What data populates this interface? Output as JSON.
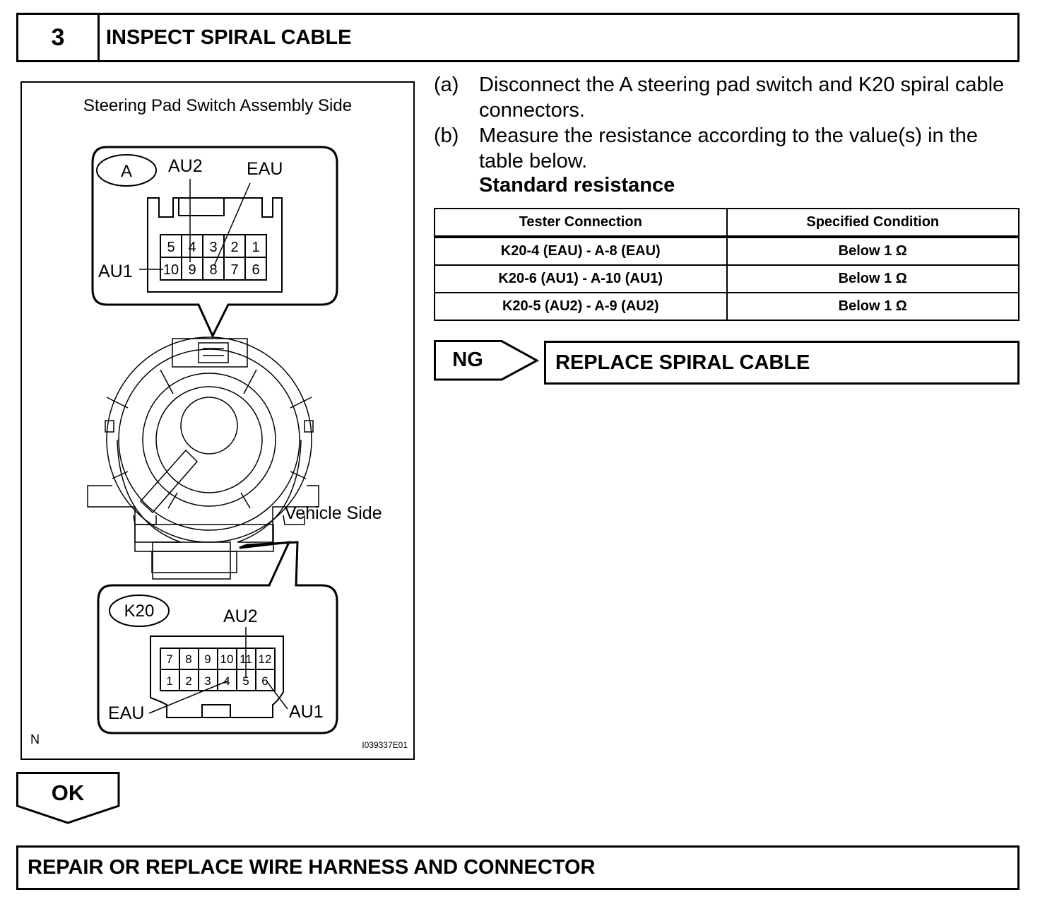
{
  "step": {
    "number": "3",
    "title": "INSPECT SPIRAL CABLE"
  },
  "figure": {
    "top_caption": "Steering Pad Switch Assembly Side",
    "vehicle_side": "Vehicle Side",
    "connector_a": {
      "name": "A",
      "labels": {
        "au2": "AU2",
        "eau": "EAU",
        "au1": "AU1"
      },
      "pins_top": [
        "5",
        "4",
        "3",
        "2",
        "1"
      ],
      "pins_bottom": [
        "10",
        "9",
        "8",
        "7",
        "6"
      ]
    },
    "connector_k20": {
      "name": "K20",
      "labels": {
        "au2": "AU2",
        "eau": "EAU",
        "au1": "AU1"
      },
      "pins_top": [
        "7",
        "8",
        "9",
        "10",
        "11",
        "12"
      ],
      "pins_bottom": [
        "1",
        "2",
        "3",
        "4",
        "5",
        "6"
      ]
    },
    "corner_mark": "N",
    "figure_id": "I039337E01"
  },
  "instructions": [
    {
      "label": "(a)",
      "text": "Disconnect the A steering pad switch and K20 spiral cable connectors."
    },
    {
      "label": "(b)",
      "text": "Measure the resistance according to the value(s) in the table below."
    }
  ],
  "spec_title": "Standard resistance",
  "table": {
    "headers": [
      "Tester Connection",
      "Specified Condition"
    ],
    "rows": [
      [
        "K20-4 (EAU) - A-8 (EAU)",
        "Below 1 Ω"
      ],
      [
        "K20-6 (AU1) - A-10 (AU1)",
        "Below 1 Ω"
      ],
      [
        "K20-5 (AU2) - A-9 (AU2)",
        "Below 1 Ω"
      ]
    ]
  },
  "ng": {
    "label": "NG",
    "action": "REPLACE SPIRAL CABLE"
  },
  "ok": {
    "label": "OK"
  },
  "final_action": "REPAIR OR REPLACE WIRE HARNESS AND CONNECTOR"
}
